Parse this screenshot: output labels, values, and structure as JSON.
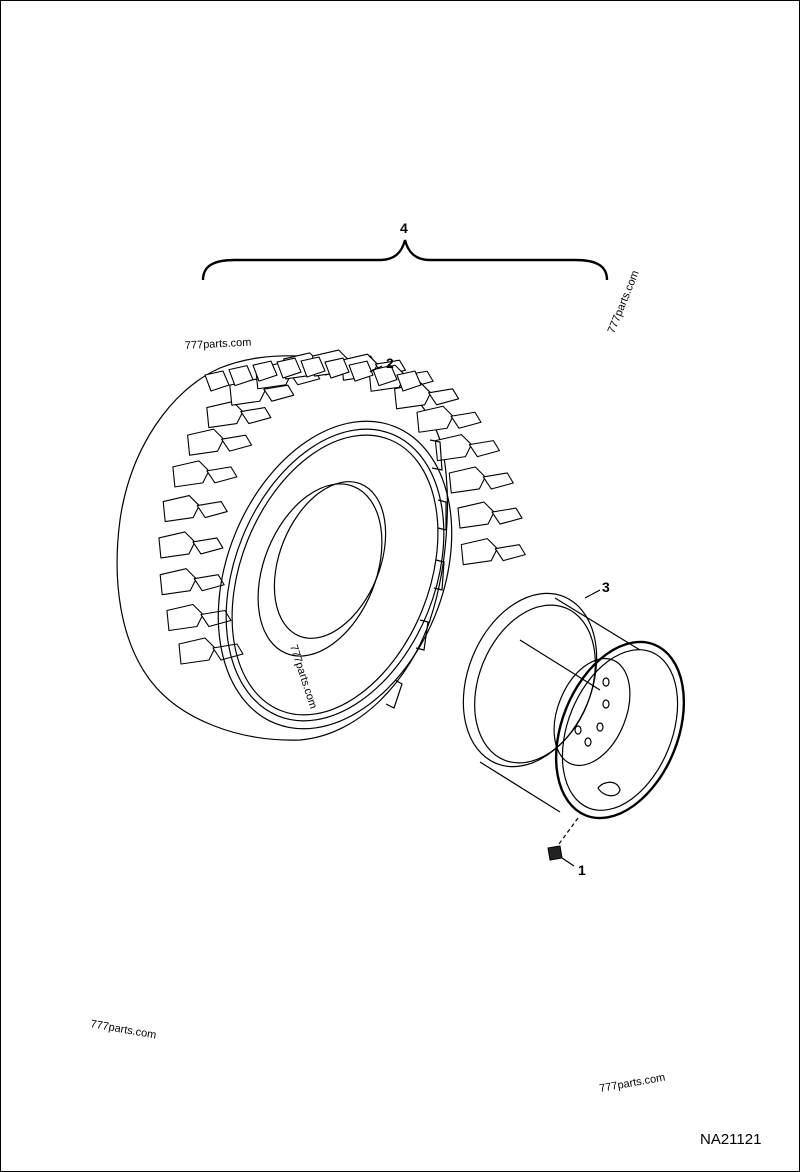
{
  "callouts": {
    "valve": "1",
    "tire": "2",
    "rim": "3",
    "assembly": "4"
  },
  "watermarks": [
    "777parts.com",
    "777parts.com",
    "777parts.com",
    "777parts.com",
    "777parts.com"
  ],
  "drawing_code": "NA21121",
  "colors": {
    "line": "#000000",
    "background": "#ffffff"
  }
}
